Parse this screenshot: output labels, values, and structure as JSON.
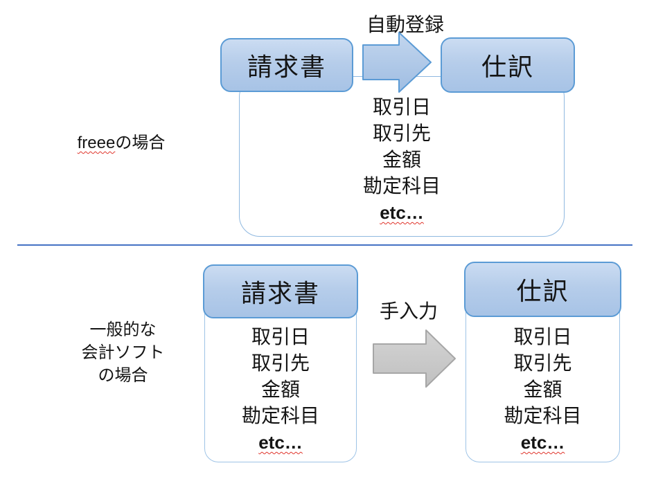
{
  "sections": {
    "freee": {
      "label_brand": "freee",
      "label_suffix": "の場合",
      "arrow_label": "自動登録",
      "invoice_box_label": "請求書",
      "journal_box_label": "仕訳",
      "fields": [
        "取引日",
        "取引先",
        "金額",
        "勘定科目",
        "etc…"
      ]
    },
    "general": {
      "label_line1": "一般的な",
      "label_line2": "会計ソフト",
      "label_line3": "の場合",
      "arrow_label": "手入力",
      "invoice_card_title": "請求書",
      "journal_card_title": "仕訳",
      "invoice_fields": [
        "取引日",
        "取引先",
        "金額",
        "勘定科目",
        "etc…"
      ],
      "journal_fields": [
        "取引日",
        "取引先",
        "金額",
        "勘定科目",
        "etc…"
      ]
    }
  },
  "colors": {
    "shape_fill_top": "#cbdcf2",
    "shape_fill_bottom": "#a7c3e6",
    "shape_border": "#5b9bd5",
    "container_border": "#8fb8e0",
    "card_border": "#9dc3e6",
    "divider": "#4472c4",
    "gray_arrow_fill": "#c9c9c9",
    "gray_arrow_border": "#a6a6a6",
    "spellcheck_squiggle": "#e0342b"
  }
}
